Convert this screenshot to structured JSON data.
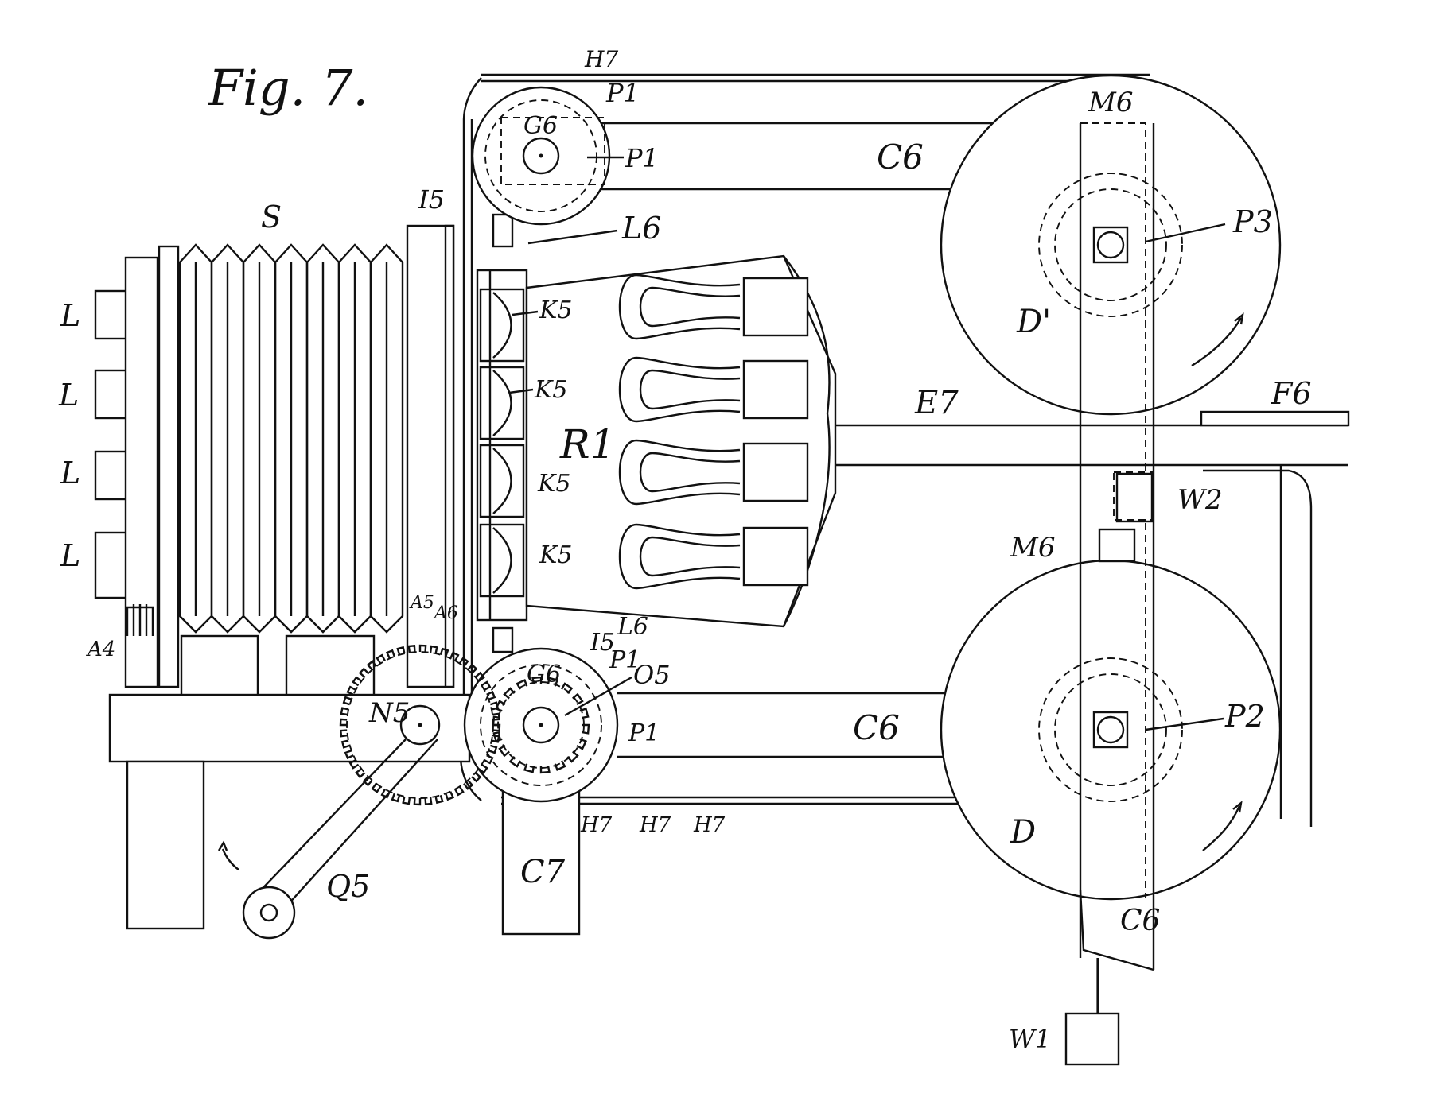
{
  "figure": {
    "title": "Fig. 7.",
    "labels": {
      "S": "S",
      "L": "L",
      "A4": "A4",
      "A5": "A5",
      "A6": "A6",
      "I5": "I5",
      "L6": "L6",
      "K5": "K5",
      "R1": "R1",
      "G6": "G6",
      "P1": "P1",
      "H7": "H7",
      "C6": "C6",
      "M6": "M6",
      "P3": "P3",
      "D1": "D'",
      "E7": "E7",
      "F6": "F6",
      "W2": "W2",
      "P2": "P2",
      "D": "D",
      "N5": "N5",
      "O5": "O5",
      "Q5": "Q5",
      "C7": "C7",
      "W1": "W1"
    }
  }
}
